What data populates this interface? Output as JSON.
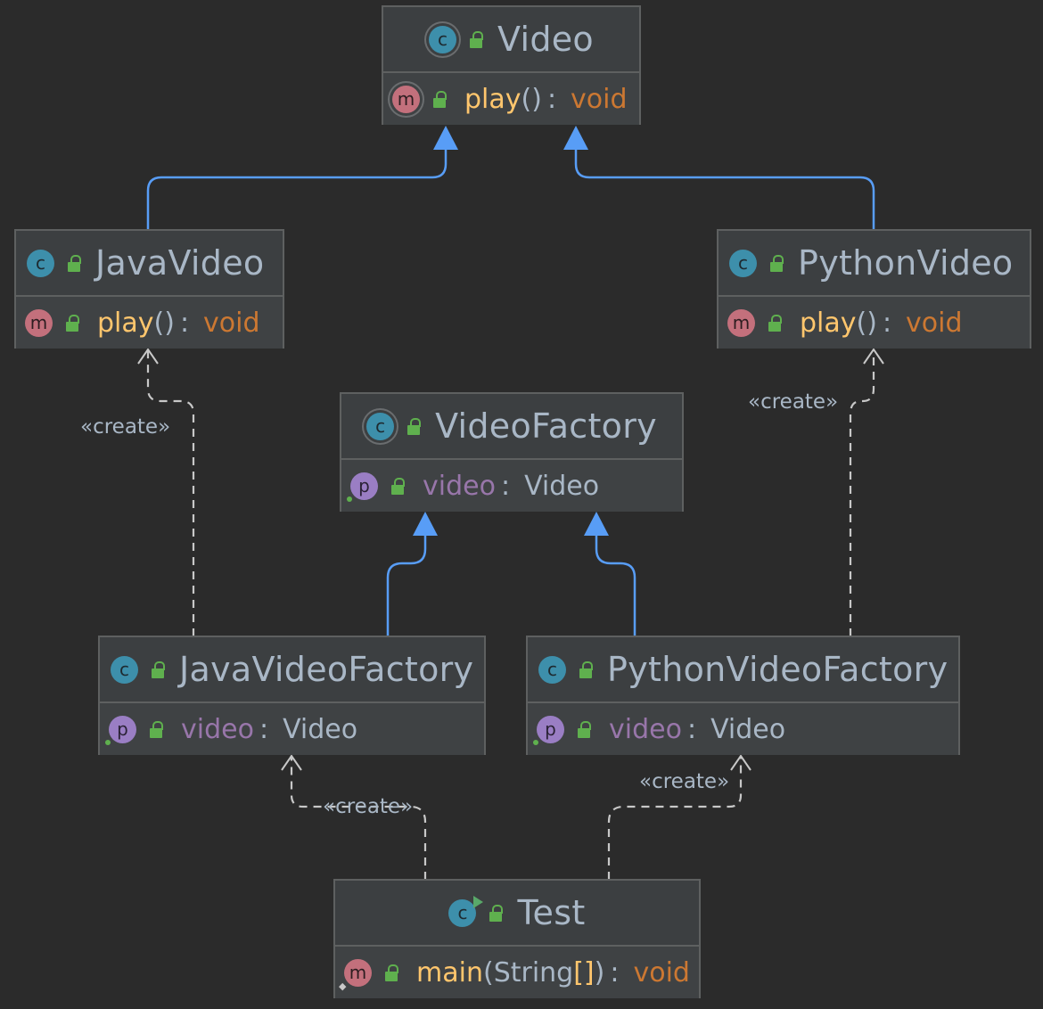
{
  "diagram": {
    "nodes": {
      "video": {
        "name": "Video",
        "badge": "c",
        "members": [
          {
            "kind": "method",
            "badge": "m",
            "name": "play",
            "params": "()",
            "colon": ":",
            "type": "void"
          }
        ]
      },
      "java_video": {
        "name": "JavaVideo",
        "badge": "c",
        "members": [
          {
            "kind": "method",
            "badge": "m",
            "name": "play",
            "params": "()",
            "colon": ":",
            "type": "void"
          }
        ]
      },
      "python_video": {
        "name": "PythonVideo",
        "badge": "c",
        "members": [
          {
            "kind": "method",
            "badge": "m",
            "name": "play",
            "params": "()",
            "colon": ":",
            "type": "void"
          }
        ]
      },
      "video_factory": {
        "name": "VideoFactory",
        "badge": "c",
        "members": [
          {
            "kind": "field",
            "badge": "p",
            "name": "video",
            "colon": ":",
            "type": "Video"
          }
        ]
      },
      "java_video_factory": {
        "name": "JavaVideoFactory",
        "badge": "c",
        "members": [
          {
            "kind": "field",
            "badge": "p",
            "name": "video",
            "colon": ":",
            "type": "Video"
          }
        ]
      },
      "python_video_factory": {
        "name": "PythonVideoFactory",
        "badge": "c",
        "members": [
          {
            "kind": "field",
            "badge": "p",
            "name": "video",
            "colon": ":",
            "type": "Video"
          }
        ]
      },
      "test": {
        "name": "Test",
        "badge": "c",
        "members": [
          {
            "kind": "method",
            "badge": "m",
            "name": "main",
            "params_open": "(",
            "param_type": "String",
            "brackets": "[]",
            "params_close": ")",
            "colon": ":",
            "type": "void"
          }
        ]
      }
    },
    "edges": [
      {
        "from": "JavaVideo",
        "to": "Video",
        "kind": "extends"
      },
      {
        "from": "PythonVideo",
        "to": "Video",
        "kind": "extends"
      },
      {
        "from": "JavaVideoFactory",
        "to": "VideoFactory",
        "kind": "extends"
      },
      {
        "from": "PythonVideoFactory",
        "to": "VideoFactory",
        "kind": "extends"
      },
      {
        "from": "JavaVideoFactory",
        "to": "JavaVideo",
        "kind": "dependency",
        "label": "«create»"
      },
      {
        "from": "PythonVideoFactory",
        "to": "PythonVideo",
        "kind": "dependency",
        "label": "«create»"
      },
      {
        "from": "Test",
        "to": "JavaVideoFactory",
        "kind": "dependency",
        "label": "«create»"
      },
      {
        "from": "Test",
        "to": "PythonVideoFactory",
        "kind": "dependency",
        "label": "«create»"
      }
    ],
    "colors": {
      "background": "#2b2b2b",
      "node_fill": "#3c3f41",
      "node_border": "#5e6060",
      "extends_line": "#589df6",
      "dependency_line": "#c8c8c8",
      "method_name": "#ffc66d",
      "type_keyword": "#cc7832",
      "field_name": "#9876aa",
      "text": "#a9b7c6"
    }
  }
}
